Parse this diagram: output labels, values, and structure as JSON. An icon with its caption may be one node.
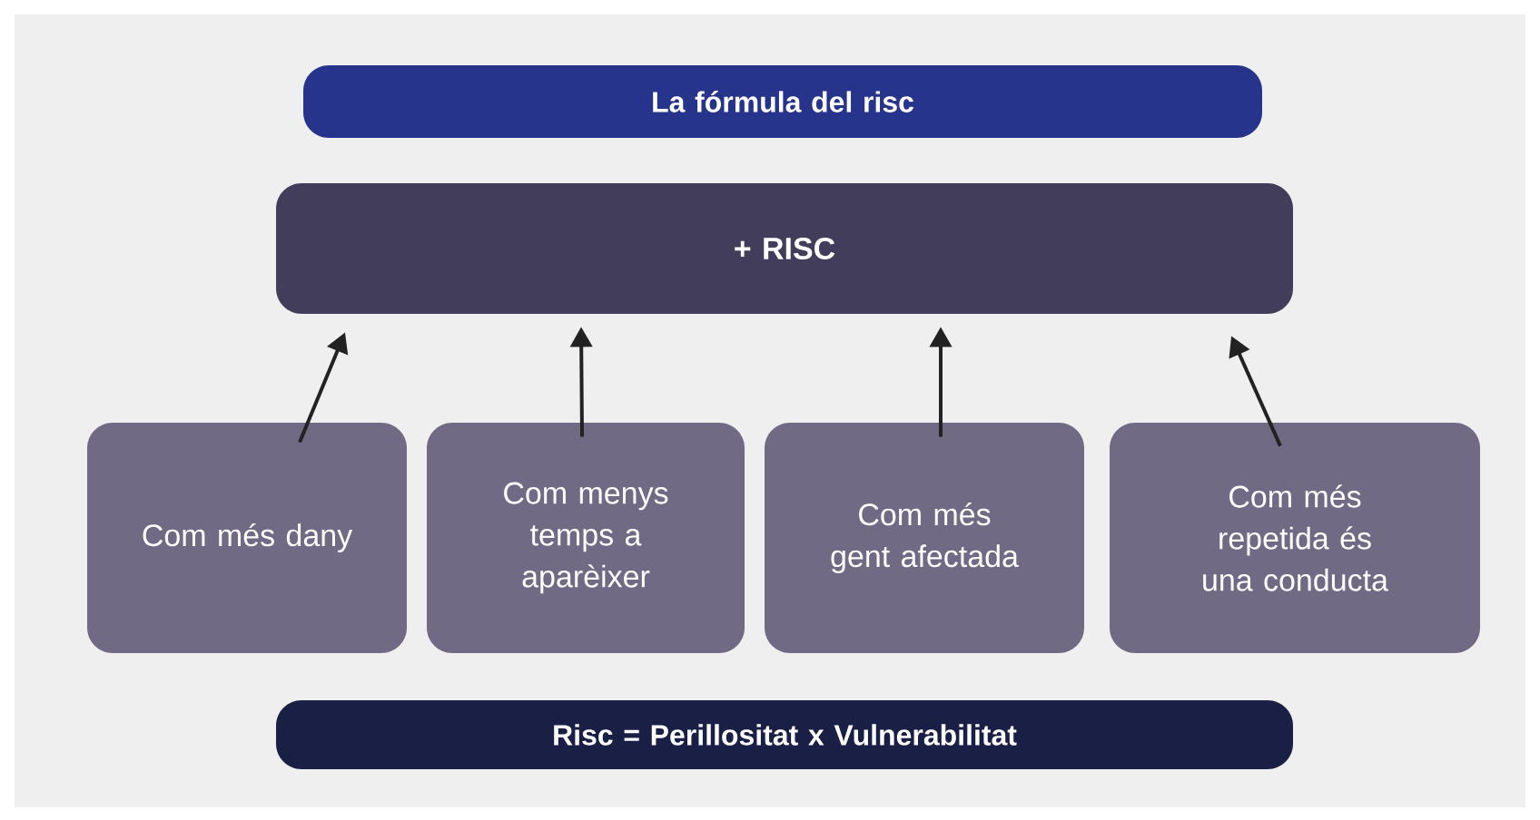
{
  "diagram": {
    "nodes": [
      {
        "text": [
          "La fórmula del risc"
        ]
      },
      {
        "text": [
          "+ RISC"
        ]
      },
      {
        "text": [
          "Com més dany"
        ]
      },
      {
        "text": [
          "Com menys temps a aparèixer"
        ]
      },
      {
        "text": [
          "Com més gent afectada"
        ]
      },
      {
        "text": [
          "Com més repetida és una conducta"
        ]
      },
      {
        "text": [
          "Risc = Perillositat x Vulnerabilitat"
        ]
      }
    ],
    "edges": [
      {
        "from": 2,
        "to": 1,
        "arrow": "to"
      },
      {
        "from": 3,
        "to": 1,
        "arrow": "to"
      },
      {
        "from": 4,
        "to": 1,
        "arrow": "to"
      },
      {
        "from": 5,
        "to": 1,
        "arrow": "to"
      }
    ]
  }
}
